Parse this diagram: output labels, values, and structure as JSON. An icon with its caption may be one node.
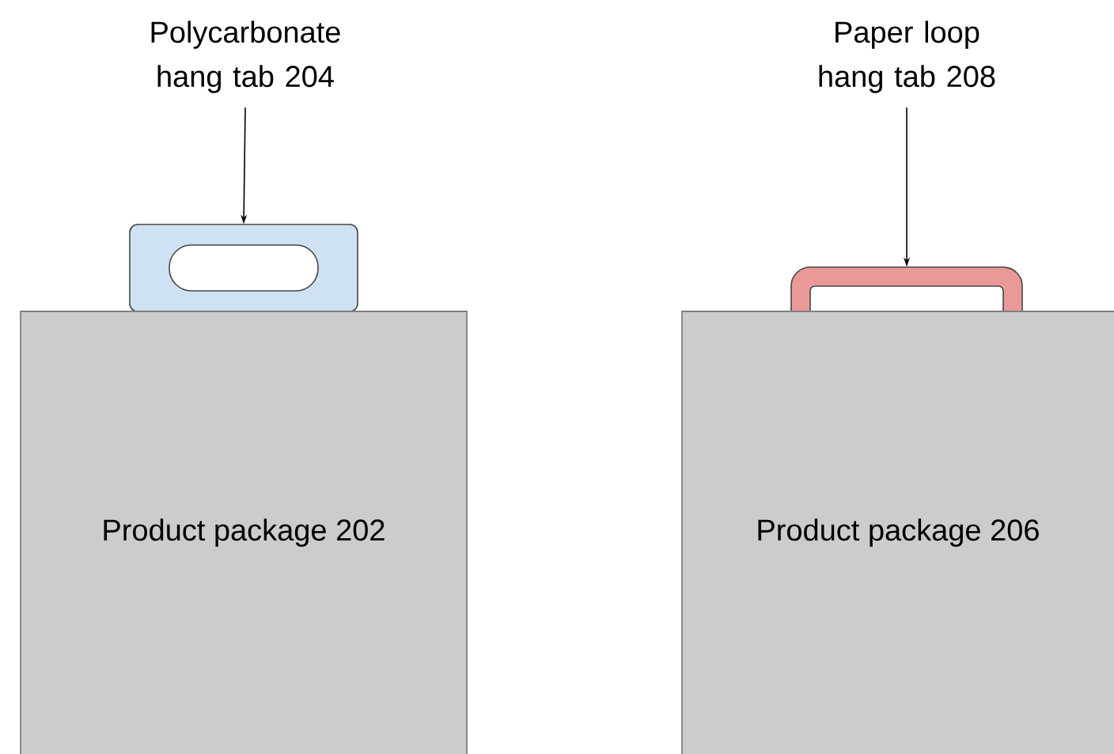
{
  "diagram": {
    "nodes": [
      {
        "text": [
          "Polycarbonate hang tab 204"
        ]
      },
      {
        "text": [],
        "shape": "box"
      },
      {
        "text": [
          "Product package 202"
        ]
      },
      {
        "text": [
          "Paper loop hang tab 208"
        ]
      },
      {
        "text": [],
        "shape": "arch"
      },
      {
        "text": [
          "Product package 206"
        ]
      }
    ],
    "edges": [
      {
        "from": 0,
        "to": 1,
        "arrow": "to"
      },
      {
        "from": 3,
        "to": 4,
        "arrow": "to"
      }
    ]
  }
}
